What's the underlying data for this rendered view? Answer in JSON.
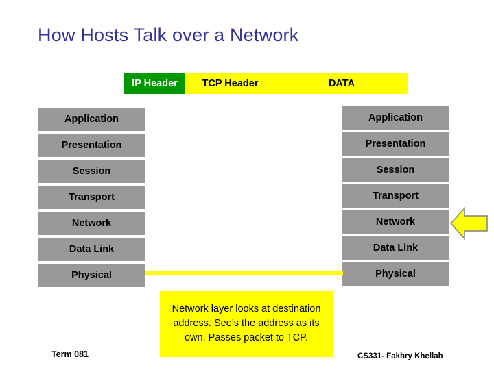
{
  "slide": {
    "title": "How Hosts Talk over a Network",
    "packet": {
      "segments": [
        {
          "label": "IP Header",
          "color": "#009900",
          "text_color": "#ffffff"
        },
        {
          "label": "TCP Header",
          "color": "#ffff00",
          "text_color": "#000000"
        },
        {
          "label": "DATA",
          "color": "#ffff00",
          "text_color": "#000000"
        }
      ]
    },
    "left_stack": {
      "layers": [
        "Application",
        "Presentation",
        "Session",
        "Transport",
        "Network",
        "Data Link",
        "Physical"
      ]
    },
    "right_stack": {
      "layers": [
        "Application",
        "Presentation",
        "Session",
        "Transport",
        "Network",
        "Data Link",
        "Physical"
      ]
    },
    "note": "Network layer looks at destination address. See’s the address as its own. Passes packet to TCP.",
    "footer_left": "Term 081",
    "footer_right": "CS331- Fakhry Khellah",
    "colors": {
      "title": "#333399",
      "layer_fill": "#999999",
      "highlight": "#ffff00",
      "ip_header": "#009900",
      "arrow_fill": "#ffff00",
      "arrow_stroke": "#808080"
    }
  }
}
